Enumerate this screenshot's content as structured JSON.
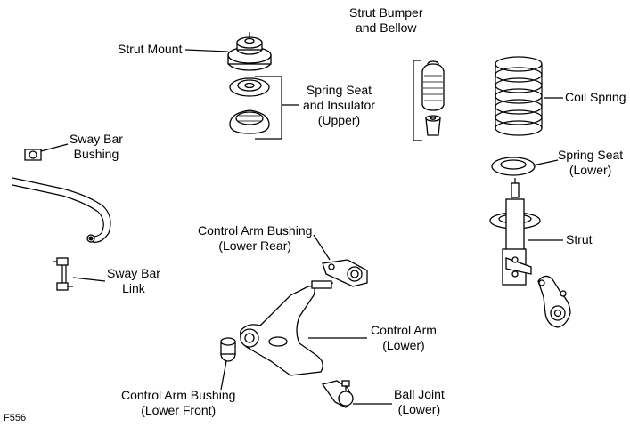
{
  "labels": {
    "strut_mount": "Strut Mount",
    "strut_bumper": [
      "Strut Bumper",
      "and Bellow"
    ],
    "spring_seat_upper": [
      "Spring Seat",
      "and Insulator",
      "(Upper)"
    ],
    "coil_spring": "Coil Spring",
    "sway_bar_bushing": [
      "Sway Bar",
      "Bushing"
    ],
    "spring_seat_lower": [
      "Spring Seat",
      "(Lower)"
    ],
    "strut": "Strut",
    "control_arm_bushing_rear": [
      "Control Arm Bushing",
      "(Lower Rear)"
    ],
    "sway_bar_link": [
      "Sway Bar",
      "Link"
    ],
    "control_arm_lower": [
      "Control Arm",
      "(Lower)"
    ],
    "control_arm_bushing_front": [
      "Control Arm Bushing",
      "(Lower Front)"
    ],
    "ball_joint": [
      "Ball Joint",
      "(Lower)"
    ]
  },
  "figure_id": "F556"
}
